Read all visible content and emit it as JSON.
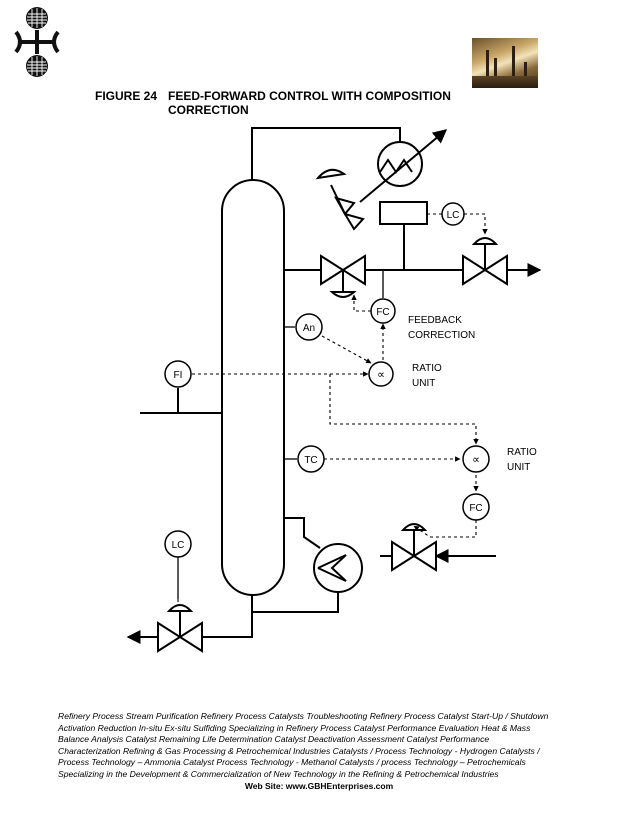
{
  "header": {
    "figure_number": "FIGURE 24",
    "figure_title": "FEED-FORWARD CONTROL WITH COMPOSITION CORRECTION"
  },
  "diagram": {
    "instruments": {
      "lc_top": "LC",
      "fc_top": "FC",
      "an": "An",
      "fi": "FI",
      "ratio_top": "∝",
      "tc": "TC",
      "ratio_bottom": "∝",
      "fc_bottom": "FC",
      "lc_bottom": "LC"
    },
    "labels": {
      "feedback_line1": "FEEDBACK",
      "feedback_line2": "CORRECTION",
      "ratio_top_line1": "RATIO",
      "ratio_top_line2": "UNIT",
      "ratio_bottom_line1": "RATIO",
      "ratio_bottom_line2": "UNIT"
    }
  },
  "footer": {
    "text": "Refinery Process Stream Purification Refinery Process Catalysts Troubleshooting Refinery Process Catalyst Start-Up / Shutdown\n Activation   Reduction  In-situ  Ex-situ Sulfiding Specializing in Refinery Process Catalyst Performance Evaluation Heat & Mass\n Balance Analysis  Catalyst Remaining Life Determination  Catalyst Deactivation Assessment  Catalyst Performance\nCharacterization  Refining  & Gas Processing &  Petrochemical Industries  Catalysts / Process Technology - Hydrogen  Catalysts /\nProcess Technology – Ammonia  Catalyst Process Technology - Methanol  Catalysts / process Technology – Petrochemicals\nSpecializing in the Development  & Commercialization of New Technology in the Refining &   Petrochemical Industries",
    "website": "Web Site: www.GBHEnterprises.com"
  }
}
